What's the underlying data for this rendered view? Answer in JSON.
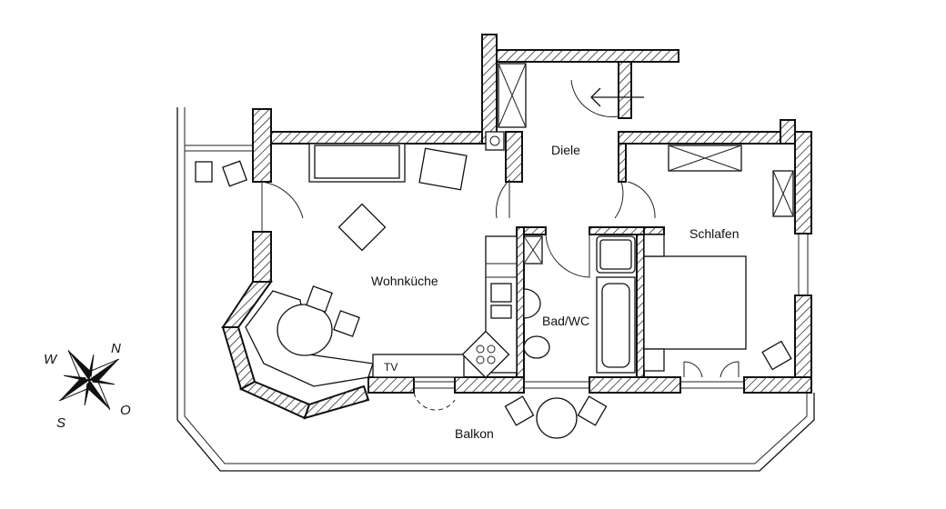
{
  "rooms": {
    "diele": "Diele",
    "schlafen": "Schlafen",
    "wohnkueche": "Wohnküche",
    "bad": "Bad/WC",
    "balkon": "Balkon"
  },
  "furniture": {
    "tv": "TV"
  },
  "compass": {
    "n": "N",
    "o": "O",
    "s": "S",
    "w": "W"
  },
  "colors": {
    "ink": "#111111",
    "background": "#ffffff"
  }
}
